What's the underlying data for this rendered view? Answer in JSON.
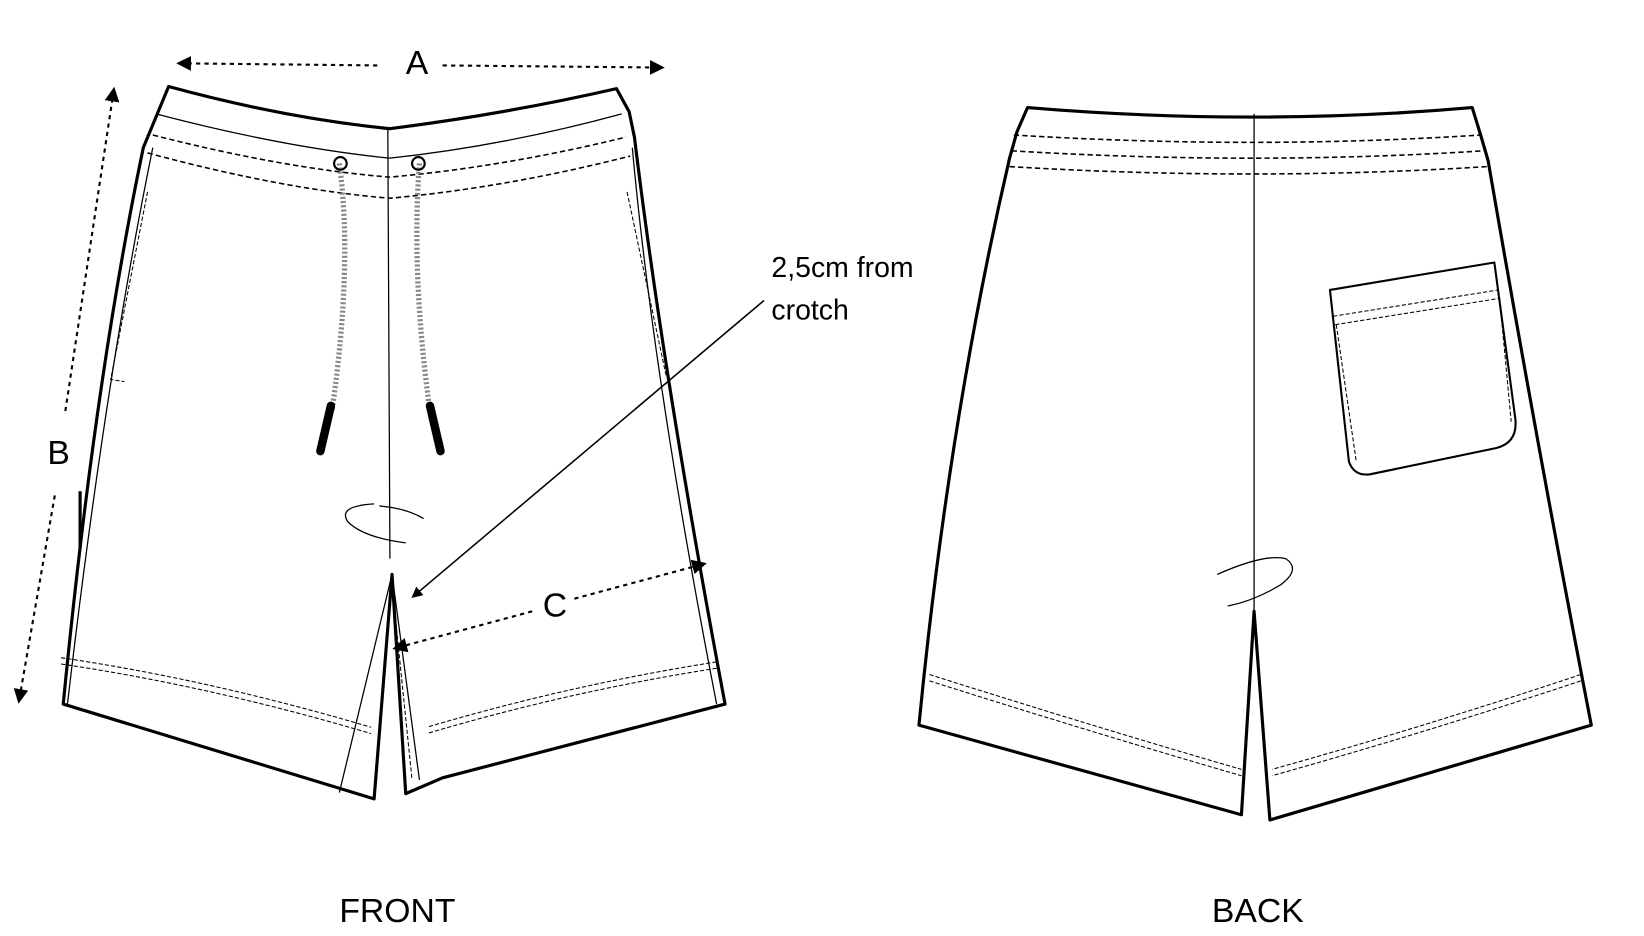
{
  "measurements": {
    "a": "A",
    "b": "B",
    "c": "C"
  },
  "annotation": {
    "line1": "2,5cm from",
    "line2": "crotch"
  },
  "views": {
    "front": "FRONT",
    "back": "BACK"
  },
  "colors": {
    "line": "#000000",
    "background": "#ffffff",
    "cord": "#888888"
  }
}
